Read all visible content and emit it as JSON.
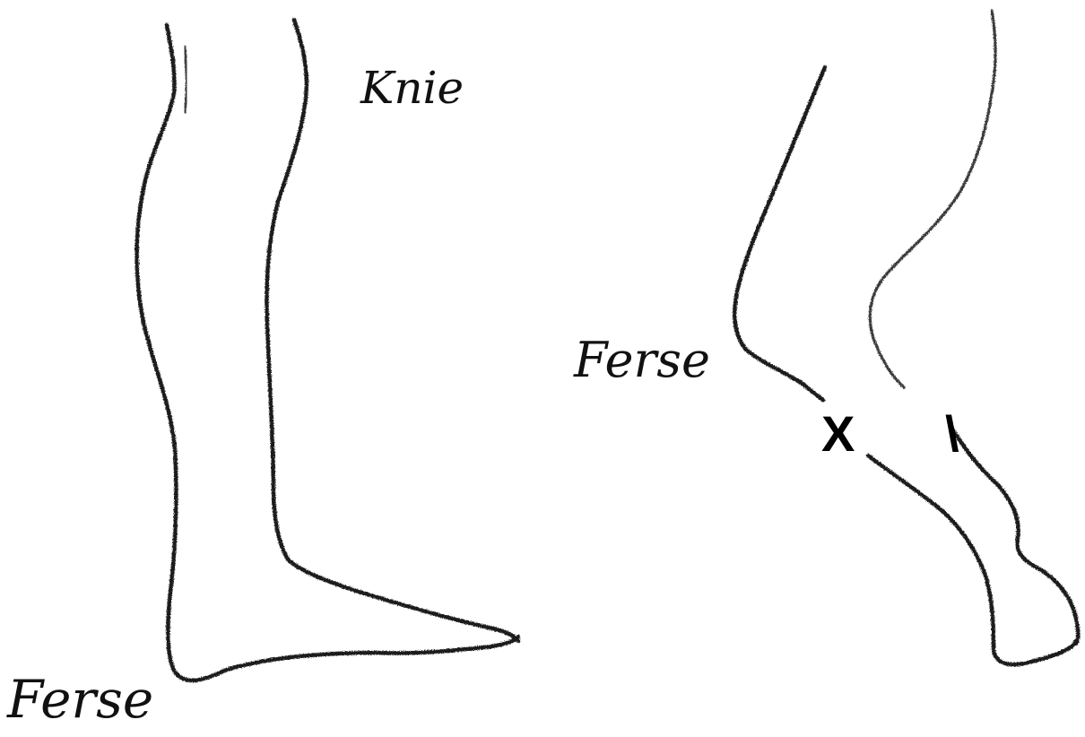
{
  "labels": {
    "knee": "Knie",
    "heel_left": "Ferse",
    "heel_right": "Ferse",
    "mark_x": "X",
    "mark_slash": "\\"
  },
  "colors": {
    "ink": "#1a1a1a",
    "background": "#ffffff"
  }
}
